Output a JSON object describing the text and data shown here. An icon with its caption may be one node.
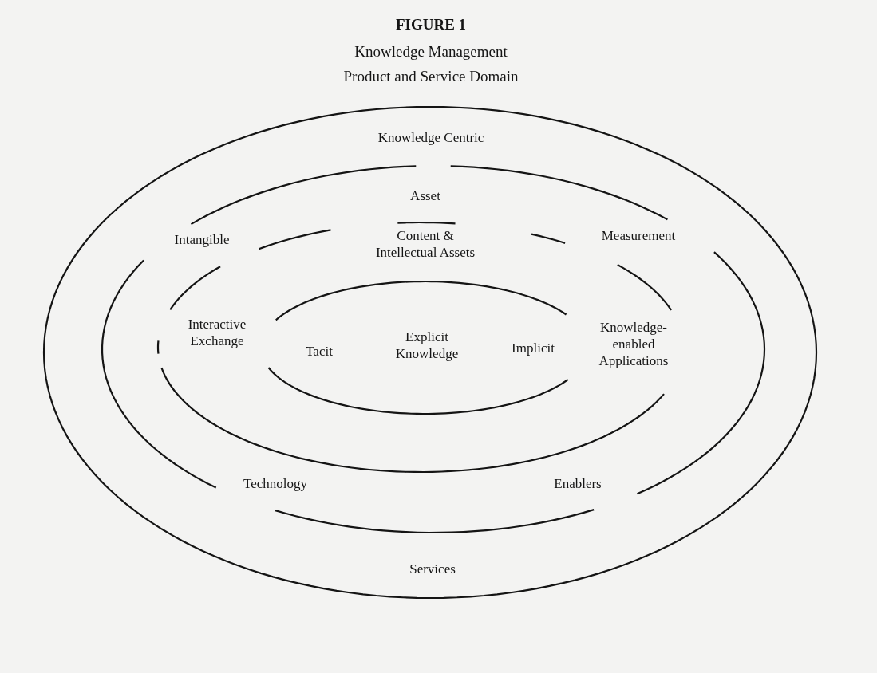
{
  "diagram": {
    "title": "Knowledge Management Product and Service Domain",
    "labels": [
      "FIGURE 1",
      "Knowledge Centric",
      "Asset",
      "Intangible",
      "Content & Intellectual Assets",
      "Measurement",
      "Interactive Exchange",
      "Tacit",
      "Explicit Knowledge",
      "Implicit",
      "Knowledge-enabled Applications",
      "Technology",
      "Enablers",
      "Services"
    ]
  }
}
